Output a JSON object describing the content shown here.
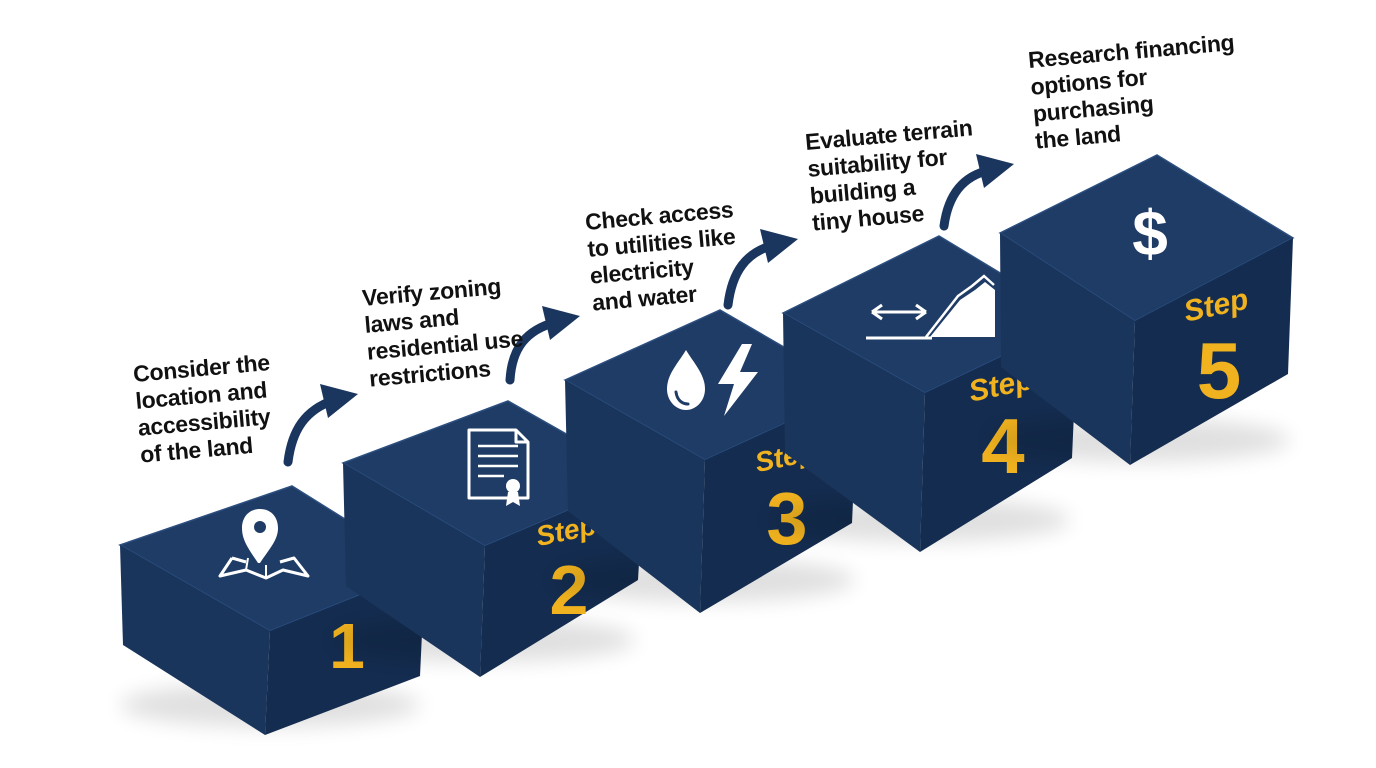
{
  "colors": {
    "cube_top": "#1f3c66",
    "cube_left": "#1a355c",
    "cube_right": "#142c4f",
    "accent": "#f0b21f",
    "arrow": "#1b365e",
    "text": "#111111"
  },
  "steps": [
    {
      "step_label": "",
      "number": "1",
      "icon": "map-pin-icon",
      "description": [
        "Consider the",
        "location and",
        "accessibility",
        "of the land"
      ]
    },
    {
      "step_label": "Step",
      "number": "2",
      "icon": "document-certificate-icon",
      "description": [
        "Verify zoning",
        "laws and",
        "residential use",
        "restrictions"
      ]
    },
    {
      "step_label": "Step",
      "number": "3",
      "icon": "water-electricity-icon",
      "description": [
        "Check access",
        "to utilities like",
        "electricity",
        "and water"
      ]
    },
    {
      "step_label": "Step",
      "number": "4",
      "icon": "terrain-slope-icon",
      "description": [
        "Evaluate terrain",
        "suitability for",
        "building a",
        "tiny house"
      ]
    },
    {
      "step_label": "Step",
      "number": "5",
      "icon": "dollar-sign-icon",
      "description": [
        "Research financing",
        "options for",
        "purchasing",
        "the land"
      ]
    }
  ]
}
